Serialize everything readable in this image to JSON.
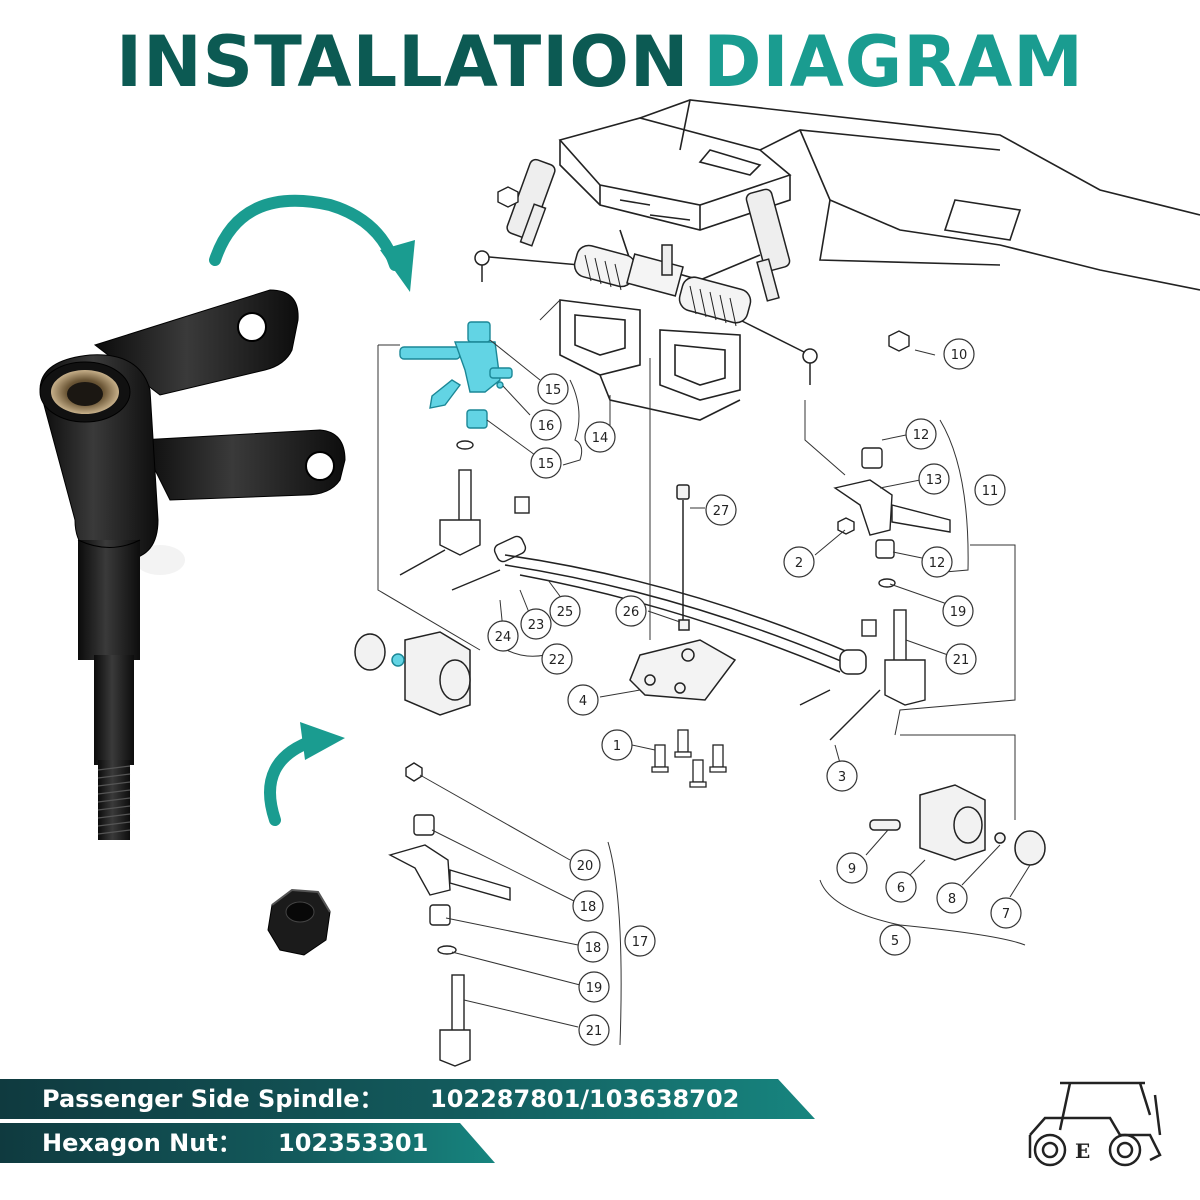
{
  "title": {
    "word1": "INSTALLATION",
    "word2": "DIAGRAM"
  },
  "colors": {
    "title_dark": "#0c5a53",
    "title_accent": "#1a9c90",
    "arrow": "#1a9c90",
    "highlight": "#5fd3e3",
    "banner": "#0f3a3f"
  },
  "callouts": [
    "15",
    "16",
    "14",
    "15",
    "10",
    "12",
    "13",
    "11",
    "27",
    "2",
    "12",
    "19",
    "26",
    "25",
    "23",
    "24",
    "22",
    "21",
    "4",
    "1",
    "3",
    "20",
    "18",
    "18",
    "17",
    "19",
    "21",
    "9",
    "6",
    "8",
    "7",
    "5"
  ],
  "specs": [
    {
      "label": "Passenger Side Spindle：",
      "value": "102287801/103638702"
    },
    {
      "label": "Hexagon Nut：",
      "value": "102353301"
    }
  ],
  "icons": [
    "curved-arrow-icon",
    "golf-cart-logo-icon",
    "steering-spindle-icon",
    "hexagon-nut-icon"
  ]
}
